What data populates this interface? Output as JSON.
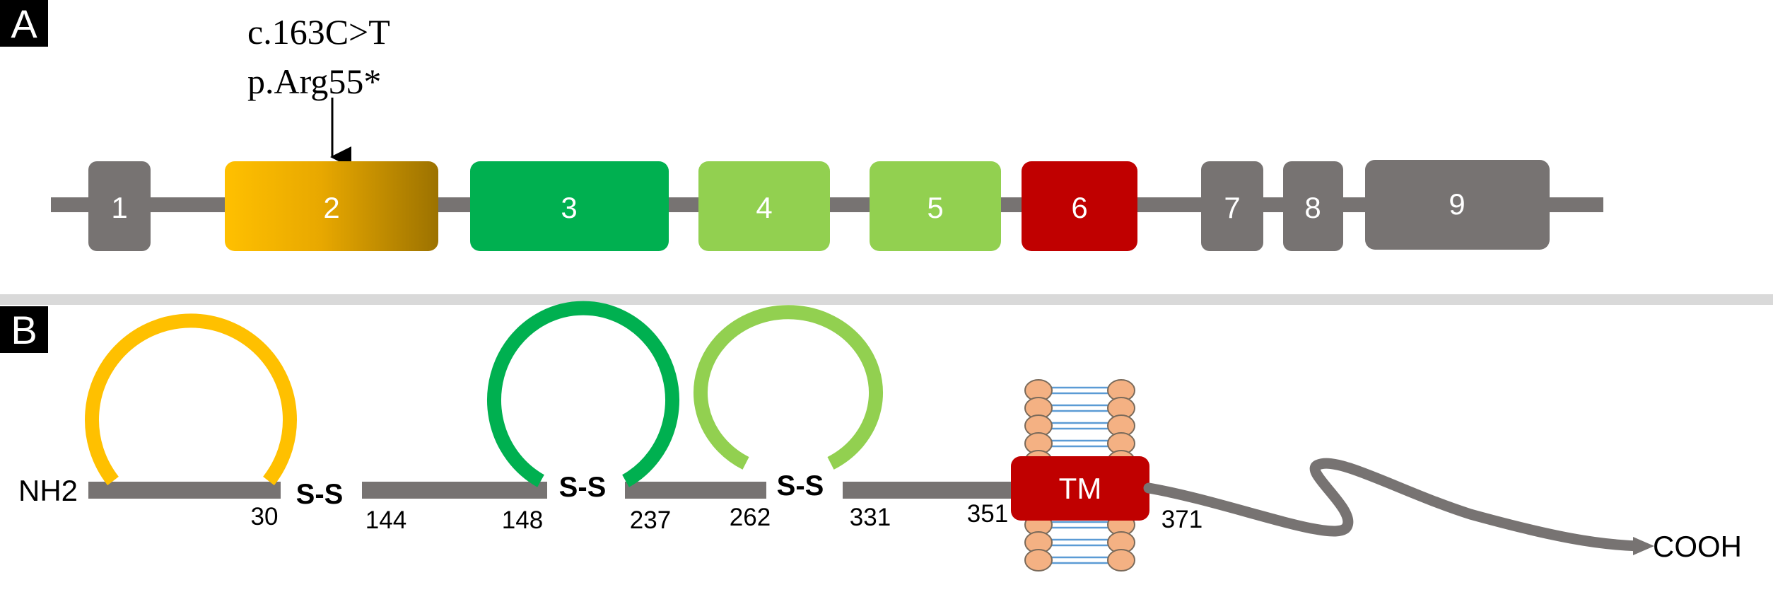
{
  "panels": {
    "a": {
      "label": "A"
    },
    "b": {
      "label": "B"
    }
  },
  "mutation": {
    "cdna": "c.163C>T",
    "protein": "p.Arg55*"
  },
  "exons": [
    {
      "label": "1",
      "color": "#777372"
    },
    {
      "label": "2",
      "color": "gradient-gold"
    },
    {
      "label": "3",
      "color": "#00B050"
    },
    {
      "label": "4",
      "color": "#92D050"
    },
    {
      "label": "5",
      "color": "#92D050"
    },
    {
      "label": "6",
      "color": "#C00000"
    },
    {
      "label": "7",
      "color": "#777372"
    },
    {
      "label": "8",
      "color": "#777372"
    },
    {
      "label": "9",
      "color": "#777372"
    }
  ],
  "protein": {
    "n_terminus": "NH2",
    "c_terminus": "COOH",
    "loops": [
      {
        "bond": "S-S",
        "start": "30",
        "end": "144",
        "color": "#FFC000"
      },
      {
        "bond": "S-S",
        "start": "148",
        "end": "237",
        "color": "#00B050"
      },
      {
        "bond": "S-S",
        "start": "262",
        "end": "331",
        "color": "#92D050"
      }
    ],
    "transmembrane": {
      "label": "TM",
      "start": "351",
      "end": "371",
      "color": "#C00000"
    }
  },
  "colors": {
    "backbone": "#777372",
    "divider": "#D9D9D9",
    "lipid_head": "#F4B183",
    "lipid_tail": "#5B9BD5"
  }
}
